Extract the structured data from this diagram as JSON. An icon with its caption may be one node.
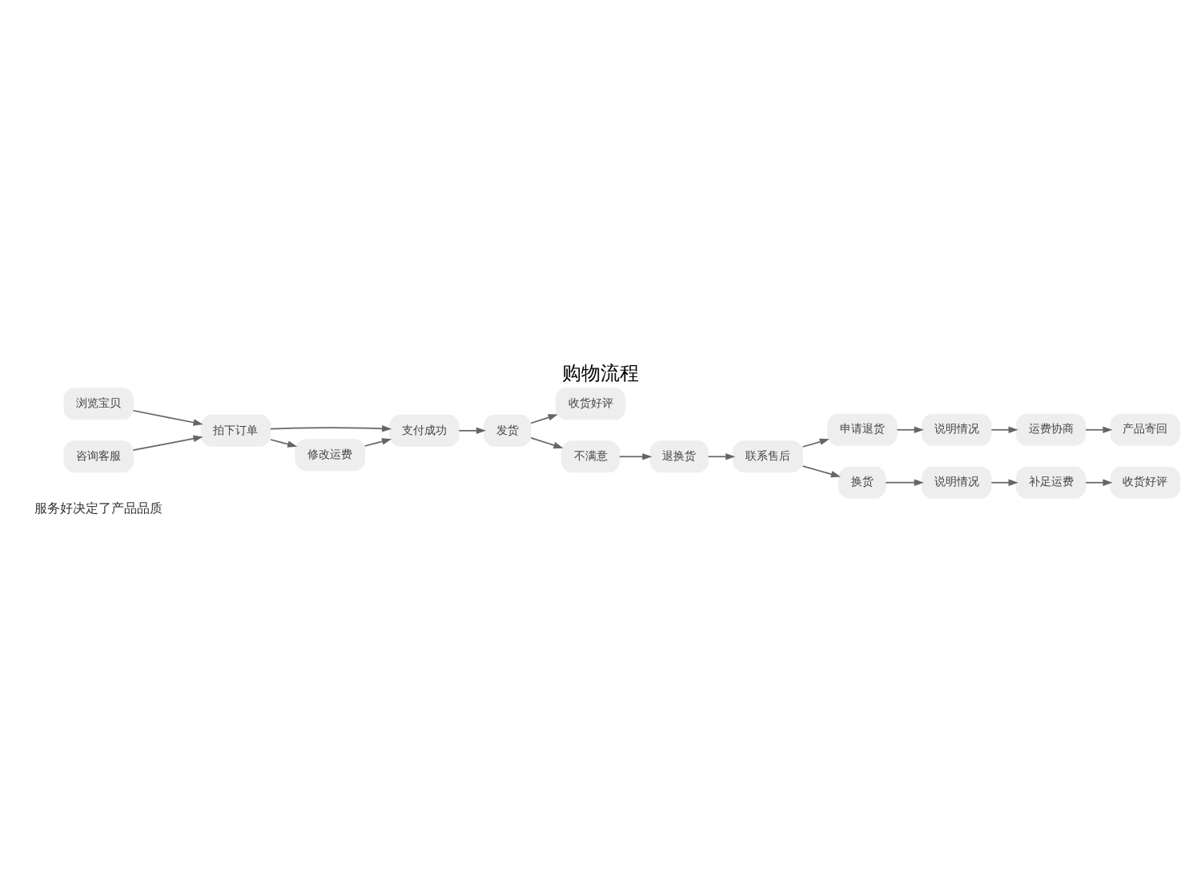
{
  "diagram": {
    "title": "购物流程",
    "nodes": [
      {
        "text": [
          "浏览宝贝"
        ]
      },
      {
        "text": [
          "咨询客服"
        ]
      },
      {
        "text": [
          "拍下订单"
        ]
      },
      {
        "text": [
          "支付成功"
        ]
      },
      {
        "text": [
          "修改运费"
        ]
      },
      {
        "text": [
          "发货"
        ]
      },
      {
        "text": [
          "收货好评"
        ]
      },
      {
        "text": [
          "不满意"
        ]
      },
      {
        "text": [
          "退换货"
        ]
      },
      {
        "text": [
          "申请退货"
        ]
      },
      {
        "text": [
          "说明情况"
        ]
      },
      {
        "text": [
          "运费协商"
        ]
      },
      {
        "text": [
          "产品寄回"
        ]
      },
      {
        "text": [
          "联系售后"
        ]
      },
      {
        "text": [
          "换货"
        ]
      },
      {
        "text": [
          "说明情况"
        ]
      },
      {
        "text": [
          "补足运费"
        ]
      },
      {
        "text": [
          "收货好评"
        ]
      }
    ],
    "edges": [
      {
        "from": 0,
        "to": 2,
        "arrow": "to"
      },
      {
        "from": 1,
        "to": 2,
        "arrow": "to"
      },
      {
        "from": 2,
        "to": 3,
        "arrow": "to"
      },
      {
        "from": 2,
        "to": 4,
        "arrow": "to"
      },
      {
        "from": 4,
        "to": 3,
        "arrow": "to"
      },
      {
        "from": 3,
        "to": 5,
        "arrow": "to"
      },
      {
        "from": 5,
        "to": 6,
        "arrow": "to"
      },
      {
        "from": 5,
        "to": 7,
        "arrow": "to"
      },
      {
        "from": 7,
        "to": 8,
        "arrow": "to"
      },
      {
        "from": 8,
        "to": 13,
        "arrow": "to"
      },
      {
        "from": 13,
        "to": 9,
        "arrow": "to"
      },
      {
        "from": 13,
        "to": 14,
        "arrow": "to"
      },
      {
        "from": 9,
        "to": 10,
        "arrow": "to"
      },
      {
        "from": 10,
        "to": 11,
        "arrow": "to"
      },
      {
        "from": 11,
        "to": 12,
        "arrow": "to"
      },
      {
        "from": 14,
        "to": 15,
        "arrow": "to"
      },
      {
        "from": 15,
        "to": 16,
        "arrow": "to"
      },
      {
        "from": 16,
        "to": 17,
        "arrow": "to"
      }
    ],
    "labels": [
      "服务好决定了产品品质"
    ]
  }
}
